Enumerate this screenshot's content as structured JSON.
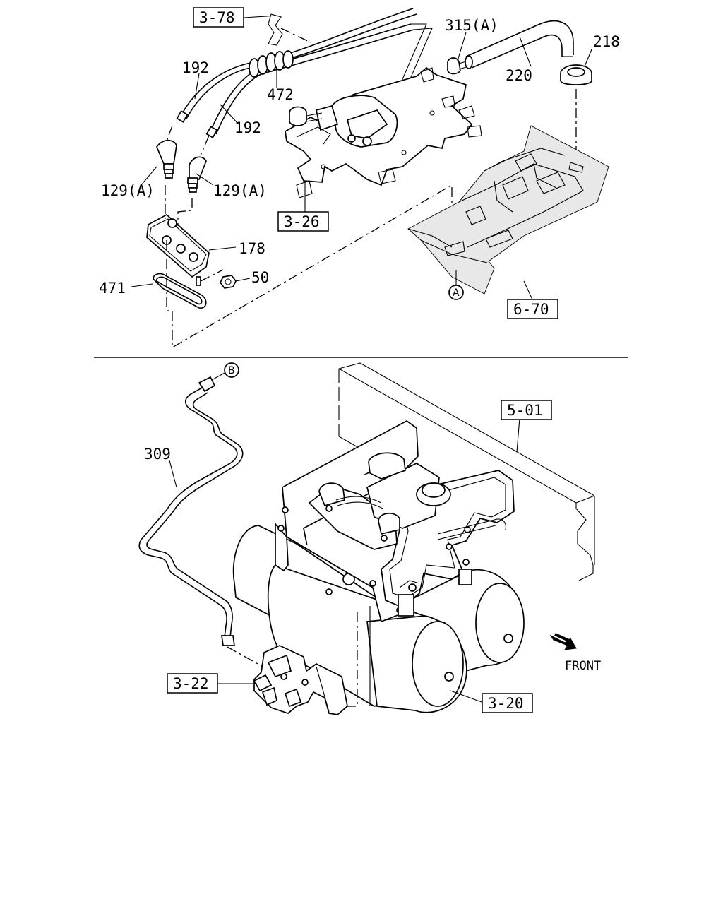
{
  "top_section": {
    "ref_boxes": {
      "r1": "3-78",
      "r2": "3-26",
      "r3": "6-70"
    },
    "part_labels": {
      "p315a": "315(A)",
      "p218": "218",
      "p220": "220",
      "p192a": "192",
      "p192b": "192",
      "p472": "472",
      "p129a_left": "129(A)",
      "p129a_right": "129(A)",
      "p178": "178",
      "p471": "471",
      "p50": "50"
    },
    "circle_marker": "A"
  },
  "bottom_section": {
    "ref_boxes": {
      "r1": "5-01",
      "r2": "3-22",
      "r3": "3-20"
    },
    "part_labels": {
      "p309": "309"
    },
    "circle_marker": "B",
    "direction_label": "FRONT"
  }
}
